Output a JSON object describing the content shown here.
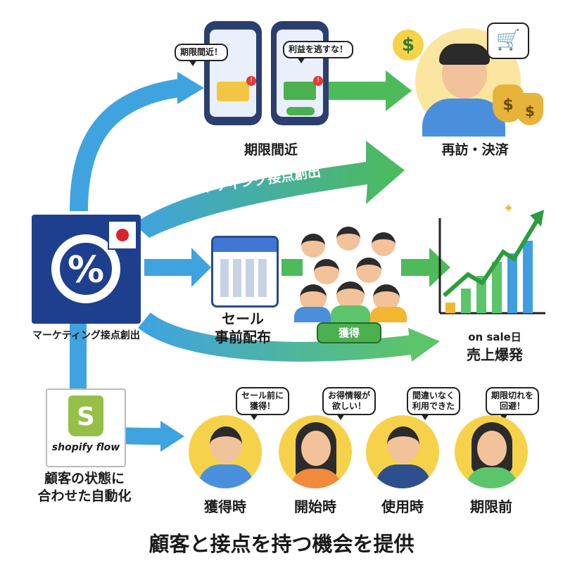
{
  "app_icon_label": "マーケティング接点創出",
  "shopify_label": "shopify flow",
  "shopify_caption": [
    "顧客の状態に",
    "合わせた自動化"
  ],
  "top_flow": {
    "bubble_1": "期限間近！",
    "bubble_2": "利益を逃すな！",
    "phones_label": "期限間近",
    "result_label": "再訪・決済"
  },
  "middle_flow": {
    "banner": "マーケティング接点創出",
    "calendar_label": [
      "セール",
      "事前配布"
    ],
    "crowd_badge": "獲得",
    "chart_label_1": "on sale日",
    "chart_label_2": "売上爆発"
  },
  "customers": [
    {
      "bubble": [
        "セール前に",
        "獲得！"
      ],
      "label": "獲得時"
    },
    {
      "bubble": [
        "お得情報が",
        "欲しい！"
      ],
      "label": "開始時"
    },
    {
      "bubble": [
        "間違いなく",
        "利用できた"
      ],
      "label": "使用時"
    },
    {
      "bubble": [
        "期限切れを",
        "回避！"
      ],
      "label": "期限前"
    }
  ],
  "footer_title": "顧客と接点を持つ機会を提供",
  "colors": {
    "blue_arrow": "#3fa3e0",
    "green_arrow": "#4dbb5a",
    "app_blue": "#1e3f8e",
    "shopify_green": "#95bf47",
    "avatar_yellow": "#f6d24a"
  }
}
